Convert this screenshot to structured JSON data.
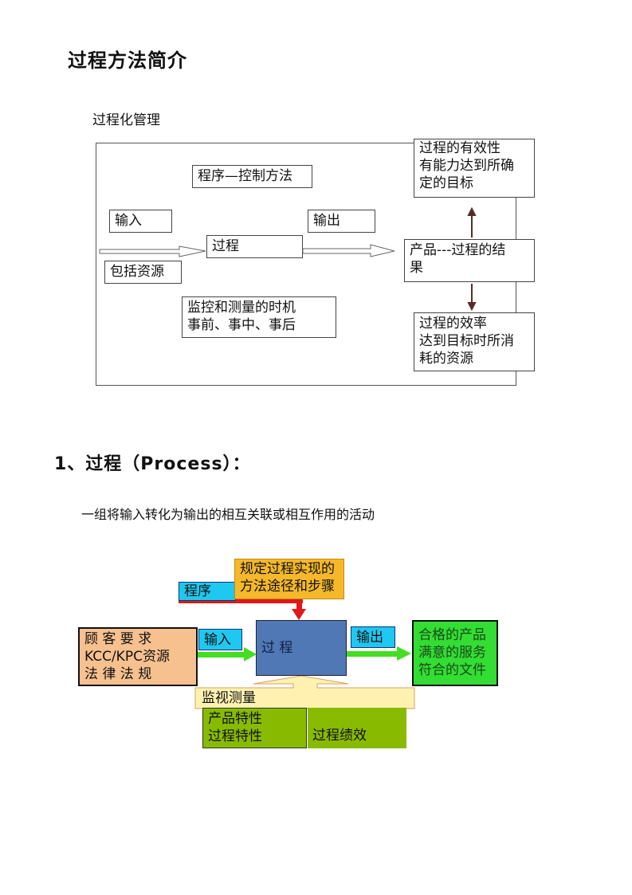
{
  "page": {
    "title": "过程方法简介",
    "subtitle": "过程化管理"
  },
  "diagram1": {
    "procedure": "程序—控制方法",
    "input": "输入",
    "resources": "包括资源",
    "process": "过程",
    "output": "输出",
    "monitoring": "监控和测量的时机\n事前、事中、事后",
    "product": "产品---过程的结\n果",
    "effectiveness": "过程的有效性\n有能力达到所确\n定的目标",
    "efficiency": "过程的效率\n达到目标时所消\n耗的资源"
  },
  "section1": {
    "heading": "1、过程（Process）：",
    "definition": "一组将输入转化为输出的相互关联或相互作用的活动"
  },
  "diagram2": {
    "procedure_label": "程序",
    "procedure_desc": "规定过程实现的\n方法途径和步骤",
    "customer_box": "顾 客 要 求\nKCC/KPC资源\n法 律 法 规",
    "input_label": "输入",
    "process_label": "过 程",
    "output_label": "输出",
    "result_box": "合格的产品\n满意的服务\n符合的文件",
    "monitor_label": "监视测量",
    "characteristics": "产品特性\n过程特性",
    "performance": "过程绩效",
    "colors": {
      "procedure_label_bg": "#1ec8f0",
      "procedure_desc_bg": "#f5b82a",
      "red_arrow": "#e01818",
      "customer_bg": "#f7c08f",
      "process_bg": "#4f78b5",
      "arrow_green": "#44dd22",
      "result_bg": "#33dd33",
      "monitor_bg": "#fff2b0",
      "char_bg": "#88bb00"
    }
  }
}
